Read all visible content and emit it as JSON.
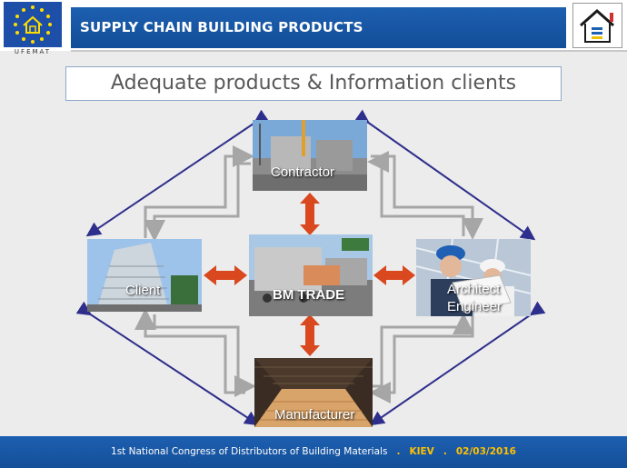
{
  "header": {
    "title": "SUPPLY  CHAIN BUILDING PRODUCTS",
    "logo_caption": "UFEMAT"
  },
  "subtitle": "Adequate products & Information clients",
  "nodes": {
    "contractor": "Contractor",
    "client": "Client",
    "bm_trade": "BM TRADE",
    "architect_line1": "Architect",
    "architect_line2": "Engineer",
    "manufacturer": "Manufacturer"
  },
  "colors": {
    "header_blue": "#1d5fb0",
    "arrow_red": "#d9481e",
    "arrow_navy": "#2e2e8c",
    "arrow_gray": "#a6a6a6",
    "footer_accent": "#ffc000"
  },
  "footer": {
    "text": "1st National Congress of Distributors of Building Materials",
    "sep1": ".",
    "city": "KIEV",
    "sep2": ".",
    "date": "02/03/2016"
  }
}
